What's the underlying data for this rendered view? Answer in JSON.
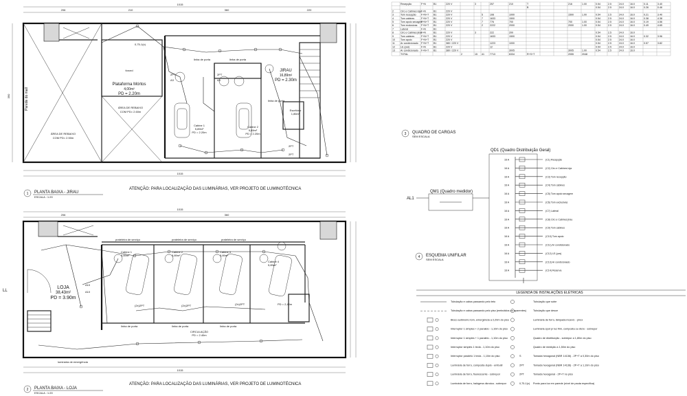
{
  "plan_top": {
    "number": "1",
    "title": "PLANTA BAIXA - JIRAU",
    "scale": "ESCALA : 1:20",
    "note": "ATENÇÃO: PARA LOCALIZAÇÃO DAS LUMINÁRIAS, VER PROJETO DE LUMINOTÉCNICA",
    "overall_dim": "1015",
    "rooms": [
      {
        "name": "Plataforma Mórtos",
        "area": "4,00m²",
        "pd": "PD = 2.20m"
      },
      {
        "name": "JIRAU",
        "area": "16,89m²",
        "pd": "PD = 2.30m"
      },
      {
        "name": "ÁREA DE REBAIXO",
        "area": "COM PD= 2.50m"
      },
      {
        "name": "ÁREA DE REBAIXO",
        "area": "COM PD= 2.60m"
      },
      {
        "name": "Cabine 1",
        "area": "5,89m²",
        "pd": "PD = 2.20m"
      },
      {
        "name": "Cabine 2",
        "area": "5,89m²",
        "pd": "PD = 2.20m"
      }
    ],
    "side_label": "Parede do mall",
    "labels": [
      "forced",
      "linha de porta",
      "linha de porta",
      "linha de porta",
      "Escritório",
      "1,86m²"
    ]
  },
  "plan_bottom": {
    "number": "2",
    "title": "PLANTA BAIXA - LOJA",
    "scale": "ESCALA : 1:20",
    "note": "ATENÇÃO: PARA LOCALIZAÇÃO DAS LUMINÁRIAS, VER PROJETO DE LUMINOTÉCNICA",
    "rooms": [
      {
        "name": "LOJA",
        "area": "38,43m²",
        "pd": "PD = 3.90m"
      },
      {
        "name": "Cabine 1",
        "area": "5,89m²"
      },
      {
        "name": "Cabine 2",
        "area": "5,89m²"
      },
      {
        "name": "Cabine 3",
        "area": "5,89m²"
      },
      {
        "name": "Cabine 4",
        "area": "5,89m²"
      },
      {
        "name": "CIRCULAÇÃO",
        "area": "PD = 2.40m"
      }
    ],
    "labels": [
      "prateleira de serviço",
      "prateleira de serviço",
      "prateleira de serviço",
      "luminária de emergência",
      "linha de porta",
      "linha de porta",
      "linha de porta"
    ],
    "side_label": "LL"
  },
  "load_table": {
    "rows": [
      [
        "",
        "Recepção",
        "F+N",
        "B1",
        "220 V",
        "",
        "3",
        "",
        "257",
        "210",
        "T",
        "",
        "",
        "216",
        "1.00",
        "0.54",
        "2.5",
        "24.0",
        "16.0",
        "0.11",
        "3.40"
      ],
      [
        "",
        "",
        "",
        "",
        "",
        "",
        "",
        "",
        "",
        "",
        "B",
        "",
        "",
        "",
        "",
        "0.54",
        "2.5",
        "24.0",
        "16.0",
        "0.26",
        "0.46"
      ],
      [
        "2",
        "Circ e Cabines loja",
        "F+N",
        "B1",
        "220 V",
        "",
        "",
        "",
        "",
        "",
        "",
        "",
        "",
        "",
        "",
        "",
        "",
        "",
        "",
        "",
        ""
      ],
      [
        "3",
        "Tom recepção",
        "F+N+T",
        "B1",
        "220 V",
        "",
        "",
        "5",
        "108",
        "1000",
        "",
        "",
        "",
        "1500",
        "1.00",
        "0.54",
        "2.5",
        "24.0",
        "16.0",
        "0.21",
        "3.40"
      ],
      [
        "4",
        "Tom cabines",
        "F+N+T",
        "B1",
        "220 V",
        "",
        "",
        "7",
        "1633",
        "1500",
        "",
        "",
        "",
        "",
        "",
        "0.54",
        "2.5",
        "24.0",
        "16.0",
        "0.38",
        "4.38"
      ],
      [
        "5",
        "Tom apoio secagem",
        "F+N+T",
        "B1",
        "220 V",
        "",
        "",
        "7",
        "776",
        "700",
        "",
        "",
        "",
        "700",
        "1.00",
        "0.54",
        "2.5",
        "24.0",
        "16.0",
        "0.19",
        "4.56"
      ],
      [
        "6",
        "Tom exclusivas",
        "F+N+T",
        "B1",
        "220 V",
        "",
        "",
        "2",
        "2222",
        "2000",
        "",
        "",
        "",
        "2000",
        "1.00",
        "0.54",
        "2.5",
        "24.0",
        "16.0",
        "0.49",
        "4.65"
      ],
      [
        "7",
        "Lateral",
        "F+N",
        "B1",
        "",
        "",
        "",
        "",
        "",
        "",
        "",
        "",
        "",
        "",
        "",
        "",
        "",
        "",
        "",
        "",
        ""
      ],
      [
        "8",
        "Circ e Cabines jirau",
        "F+N",
        "B1",
        "220 V",
        "",
        "3",
        "",
        "222",
        "200",
        "",
        "",
        "",
        "",
        "",
        "0.54",
        "2.5",
        "24.0",
        "16.0",
        "",
        ""
      ],
      [
        "9",
        "Tom cabines",
        "F+N+T",
        "B1",
        "220 V",
        "",
        "",
        "",
        "1633",
        "1500",
        "",
        "",
        "",
        "",
        "",
        "0.54",
        "2.5",
        "24.0",
        "16.0",
        "0.32",
        "3.96"
      ],
      [
        "10",
        "Tom apoio",
        "F+N+T",
        "B1",
        "220 V",
        "",
        "",
        "",
        "",
        "",
        "",
        "",
        "",
        "",
        "",
        "0.54",
        "2.5",
        "24.0",
        "16.0",
        "",
        ""
      ],
      [
        "11",
        "Ar condicionado",
        "F+N+T",
        "B1",
        "380 / 220 V",
        "",
        "",
        "",
        "1223",
        "1000",
        "",
        "",
        "",
        "",
        "",
        "0.54",
        "2.5",
        "24.0",
        "16.0",
        "0.57",
        "3.82"
      ],
      [
        "12",
        "LE (pvs)",
        "F+N",
        "B1",
        "220 V",
        "",
        "",
        "",
        "12",
        "",
        "",
        "",
        "",
        "",
        "",
        "0.54",
        "2.5",
        "24.0",
        "16.0",
        "",
        ""
      ],
      [
        "13",
        "Ar condicionado",
        "F+N+T",
        "B1",
        "380 / 220 V",
        "",
        "",
        "",
        "",
        "3005",
        "",
        "",
        "",
        "3005",
        "1.00",
        "0.54",
        "2.5",
        "24.0",
        "16.0",
        "",
        ""
      ],
      [
        "",
        "TOTAL",
        "",
        "",
        "",
        "2",
        "15",
        "41",
        "7713",
        "6334",
        "R+S+T",
        "",
        "",
        "2055",
        "2048",
        "",
        "",
        "",
        "",
        "",
        ""
      ]
    ],
    "heading_number": "3",
    "heading": "QUADRO DE CARGAS",
    "heading_scale": "SEM ESCALA"
  },
  "single_line": {
    "heading_number": "4",
    "heading": "ESQUEMA UNIFILAR",
    "heading_scale": "SEM ESCALA",
    "panel_title": "QD1 (Quadro Distribuição Geral)",
    "meter_title": "QM1 (Quadro medidor)",
    "feed_label": "AL1",
    "circuits": [
      "(C1) Recepção",
      "(C2) Circ e Cabines loja",
      "(C3) Tom recepção",
      "(C4) Tom cabines",
      "(C5) Tom apoio secagem",
      "(C6) Tom exclusivas",
      "(C7) Lateral",
      "(C8) Circ e Cabines jirau",
      "(C9) Tom cabines",
      "(C10) Tom apoio",
      "(C11) Ar condicionado",
      "(C12) LE (pvs)",
      "(C13) Ar condicionado",
      "(C14) Reserva"
    ],
    "breaker": "16 A"
  },
  "legend": {
    "title": "LEGENDA DE INSTALAÇÕES ELÉTRICAS",
    "left": [
      "Tubulação e cabos passando pelo teto",
      "Tubulação e cabos passando pelo piso (embutidos ou aparentes)",
      "Bloco autônomo tom, emergência a 2,20m do piso",
      "Interruptor 1 simples + 2 paralelo - 1,10m do piso",
      "Interruptor 1 simples + 1 paralelo - 1,10m do piso",
      "Interruptor simples 1 tecla - 1,10m do piso",
      "Interruptor paralelo 1 tecla - 1,10m do piso",
      "Luminária de forro, composta duplo - embutir",
      "Luminária de forro, fluorescente - sobrepor",
      "Luminária de forro, halógena dicroica - sobrepor"
    ],
    "right": [
      "Tubulação que sobe",
      "Tubulação que desce",
      "Luminária de forro, lâmpada incand. - pirex",
      "Luminária spot p/ luz fiim, composta ou dicro - sobrepor",
      "Quadro de distribuição - sobrepor a 1,80m do piso",
      "Quadro de medição a 1,50m do piso",
      "Tomada hexagonal (NBR 14136) - 2P+T a 0,30m do piso",
      "Tomada hexagonal (NBR 14136) - 2P+T a 1,10m do piso",
      "Tomada hexagonal - 2P+T no piso",
      "Ponto para luz em parede (nível de pauta específica)"
    ],
    "right_codes": [
      "",
      "",
      "",
      "",
      "",
      "",
      "S",
      "2PT",
      "2PT",
      "0,75-1(x)"
    ]
  }
}
